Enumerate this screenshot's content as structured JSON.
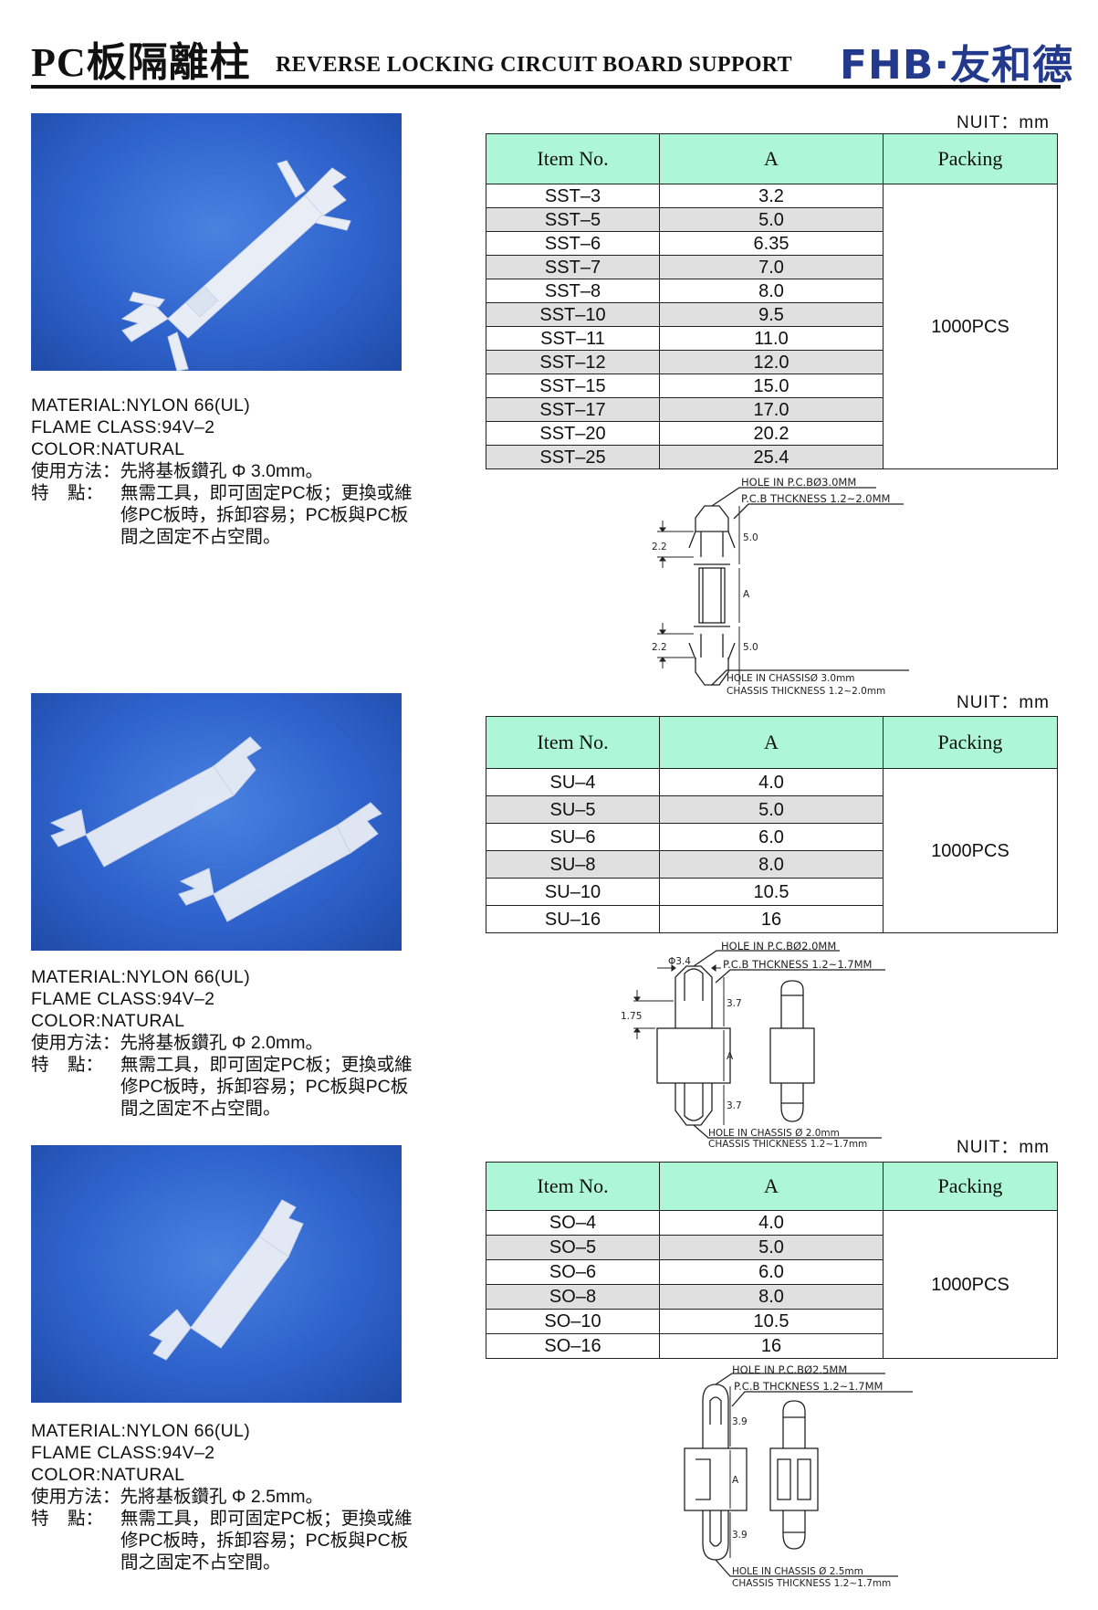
{
  "header": {
    "title_cn": "PC板隔離柱",
    "title_en": "REVERSE LOCKING CIRCUIT BOARD SUPPORT",
    "brand": "FHB·友和德"
  },
  "sections": [
    {
      "unit": "NUIT：mm",
      "columns": [
        "Item No.",
        "A",
        "Packing"
      ],
      "packing": "1000PCS",
      "rows": [
        {
          "item": "SST–3",
          "a": "3.2"
        },
        {
          "item": "SST–5",
          "a": "5.0"
        },
        {
          "item": "SST–6",
          "a": "6.35"
        },
        {
          "item": "SST–7",
          "a": "7.0"
        },
        {
          "item": "SST–8",
          "a": "8.0"
        },
        {
          "item": "SST–10",
          "a": "9.5"
        },
        {
          "item": "SST–11",
          "a": "11.0"
        },
        {
          "item": "SST–12",
          "a": "12.0"
        },
        {
          "item": "SST–15",
          "a": "15.0"
        },
        {
          "item": "SST–17",
          "a": "17.0"
        },
        {
          "item": "SST–20",
          "a": "20.2"
        },
        {
          "item": "SST–25",
          "a": "25.4"
        }
      ],
      "specs": {
        "material": "MATERIAL:NYLON 66(UL)",
        "flame": "FLAME CLASS:94V–2",
        "color": "COLOR:NATURAL",
        "usage_label": "使用方法：",
        "usage": "先將基板鑽孔 Φ 3.0mm。",
        "feature_label_a": "特",
        "feature_label_b": "點：",
        "feature": "無需工具，即可固定PC板；更換或維修PC板時，拆卸容易；PC板與PC板間之固定不占空間。"
      },
      "drawing": {
        "hole_pcb": "HOLE IN P.C.BØ3.0MM",
        "pcb_thickness": "P.C.B THCKNESS 1.2~2.0MM",
        "hole_chassis": "HOLE IN CHASSISØ 3.0mm",
        "chassis_thickness": "CHASSIS THICKNESS 1.2~2.0mm",
        "dim_top": "2.2",
        "dim_top_len": "5.0",
        "dim_a": "A",
        "dim_bottom": "2.2",
        "dim_bottom_len": "5.0"
      }
    },
    {
      "unit": "NUIT：mm",
      "columns": [
        "Item No.",
        "A",
        "Packing"
      ],
      "packing": "1000PCS",
      "rows": [
        {
          "item": "SU–4",
          "a": "4.0"
        },
        {
          "item": "SU–5",
          "a": "5.0"
        },
        {
          "item": "SU–6",
          "a": "6.0"
        },
        {
          "item": "SU–8",
          "a": "8.0"
        },
        {
          "item": "SU–10",
          "a": "10.5"
        },
        {
          "item": "SU–16",
          "a": "16"
        }
      ],
      "specs": {
        "material": "MATERIAL:NYLON 66(UL)",
        "flame": "FLAME CLASS:94V–2",
        "color": "COLOR:NATURAL",
        "usage_label": "使用方法：",
        "usage": "先將基板鑽孔 Φ 2.0mm。",
        "feature_label_a": "特",
        "feature_label_b": "點：",
        "feature": "無需工具，即可固定PC板；更換或維修PC板時，拆卸容易；PC板與PC板間之固定不占空間。"
      },
      "drawing": {
        "hole_pcb": "HOLE IN P.C.BØ2.0MM",
        "pcb_thickness": "P.C.B THCKNESS 1.2~1.7MM",
        "hole_chassis": "HOLE IN CHASSIS Ø 2.0mm",
        "chassis_thickness": "CHASSIS THICKNESS 1.2~1.7mm",
        "dim_dia": "Φ3.4",
        "dim_side": "1.75",
        "dim_top_len": "3.7",
        "dim_a": "A",
        "dim_bottom_len": "3.7"
      }
    },
    {
      "unit": "NUIT：mm",
      "columns": [
        "Item No.",
        "A",
        "Packing"
      ],
      "packing": "1000PCS",
      "rows": [
        {
          "item": "SO–4",
          "a": "4.0"
        },
        {
          "item": "SO–5",
          "a": "5.0"
        },
        {
          "item": "SO–6",
          "a": "6.0"
        },
        {
          "item": "SO–8",
          "a": "8.0"
        },
        {
          "item": "SO–10",
          "a": "10.5"
        },
        {
          "item": "SO–16",
          "a": "16"
        }
      ],
      "specs": {
        "material": "MATERIAL:NYLON 66(UL)",
        "flame": "FLAME CLASS:94V–2",
        "color": "COLOR:NATURAL",
        "usage_label": "使用方法：",
        "usage": "先將基板鑽孔 Φ 2.5mm。",
        "feature_label_a": "特",
        "feature_label_b": "點：",
        "feature": "無需工具，即可固定PC板；更換或維修PC板時，拆卸容易；PC板與PC板間之固定不占空間。"
      },
      "drawing": {
        "hole_pcb": "HOLE IN P.C.BØ2.5MM",
        "pcb_thickness": "P.C.B THCKNESS 1.2~1.7MM",
        "hole_chassis": "HOLE IN CHASSIS Ø 2.5mm",
        "chassis_thickness": "CHASSIS THICKNESS 1.2~1.7mm",
        "dim_top_len": "3.9",
        "dim_a": "A",
        "dim_bottom_len": "3.9"
      }
    }
  ],
  "colors": {
    "table_header": "#aef7d6",
    "row_shade": "#e0e0e0",
    "brand": "#233a8c",
    "photo_bg": "#2f63cc"
  }
}
